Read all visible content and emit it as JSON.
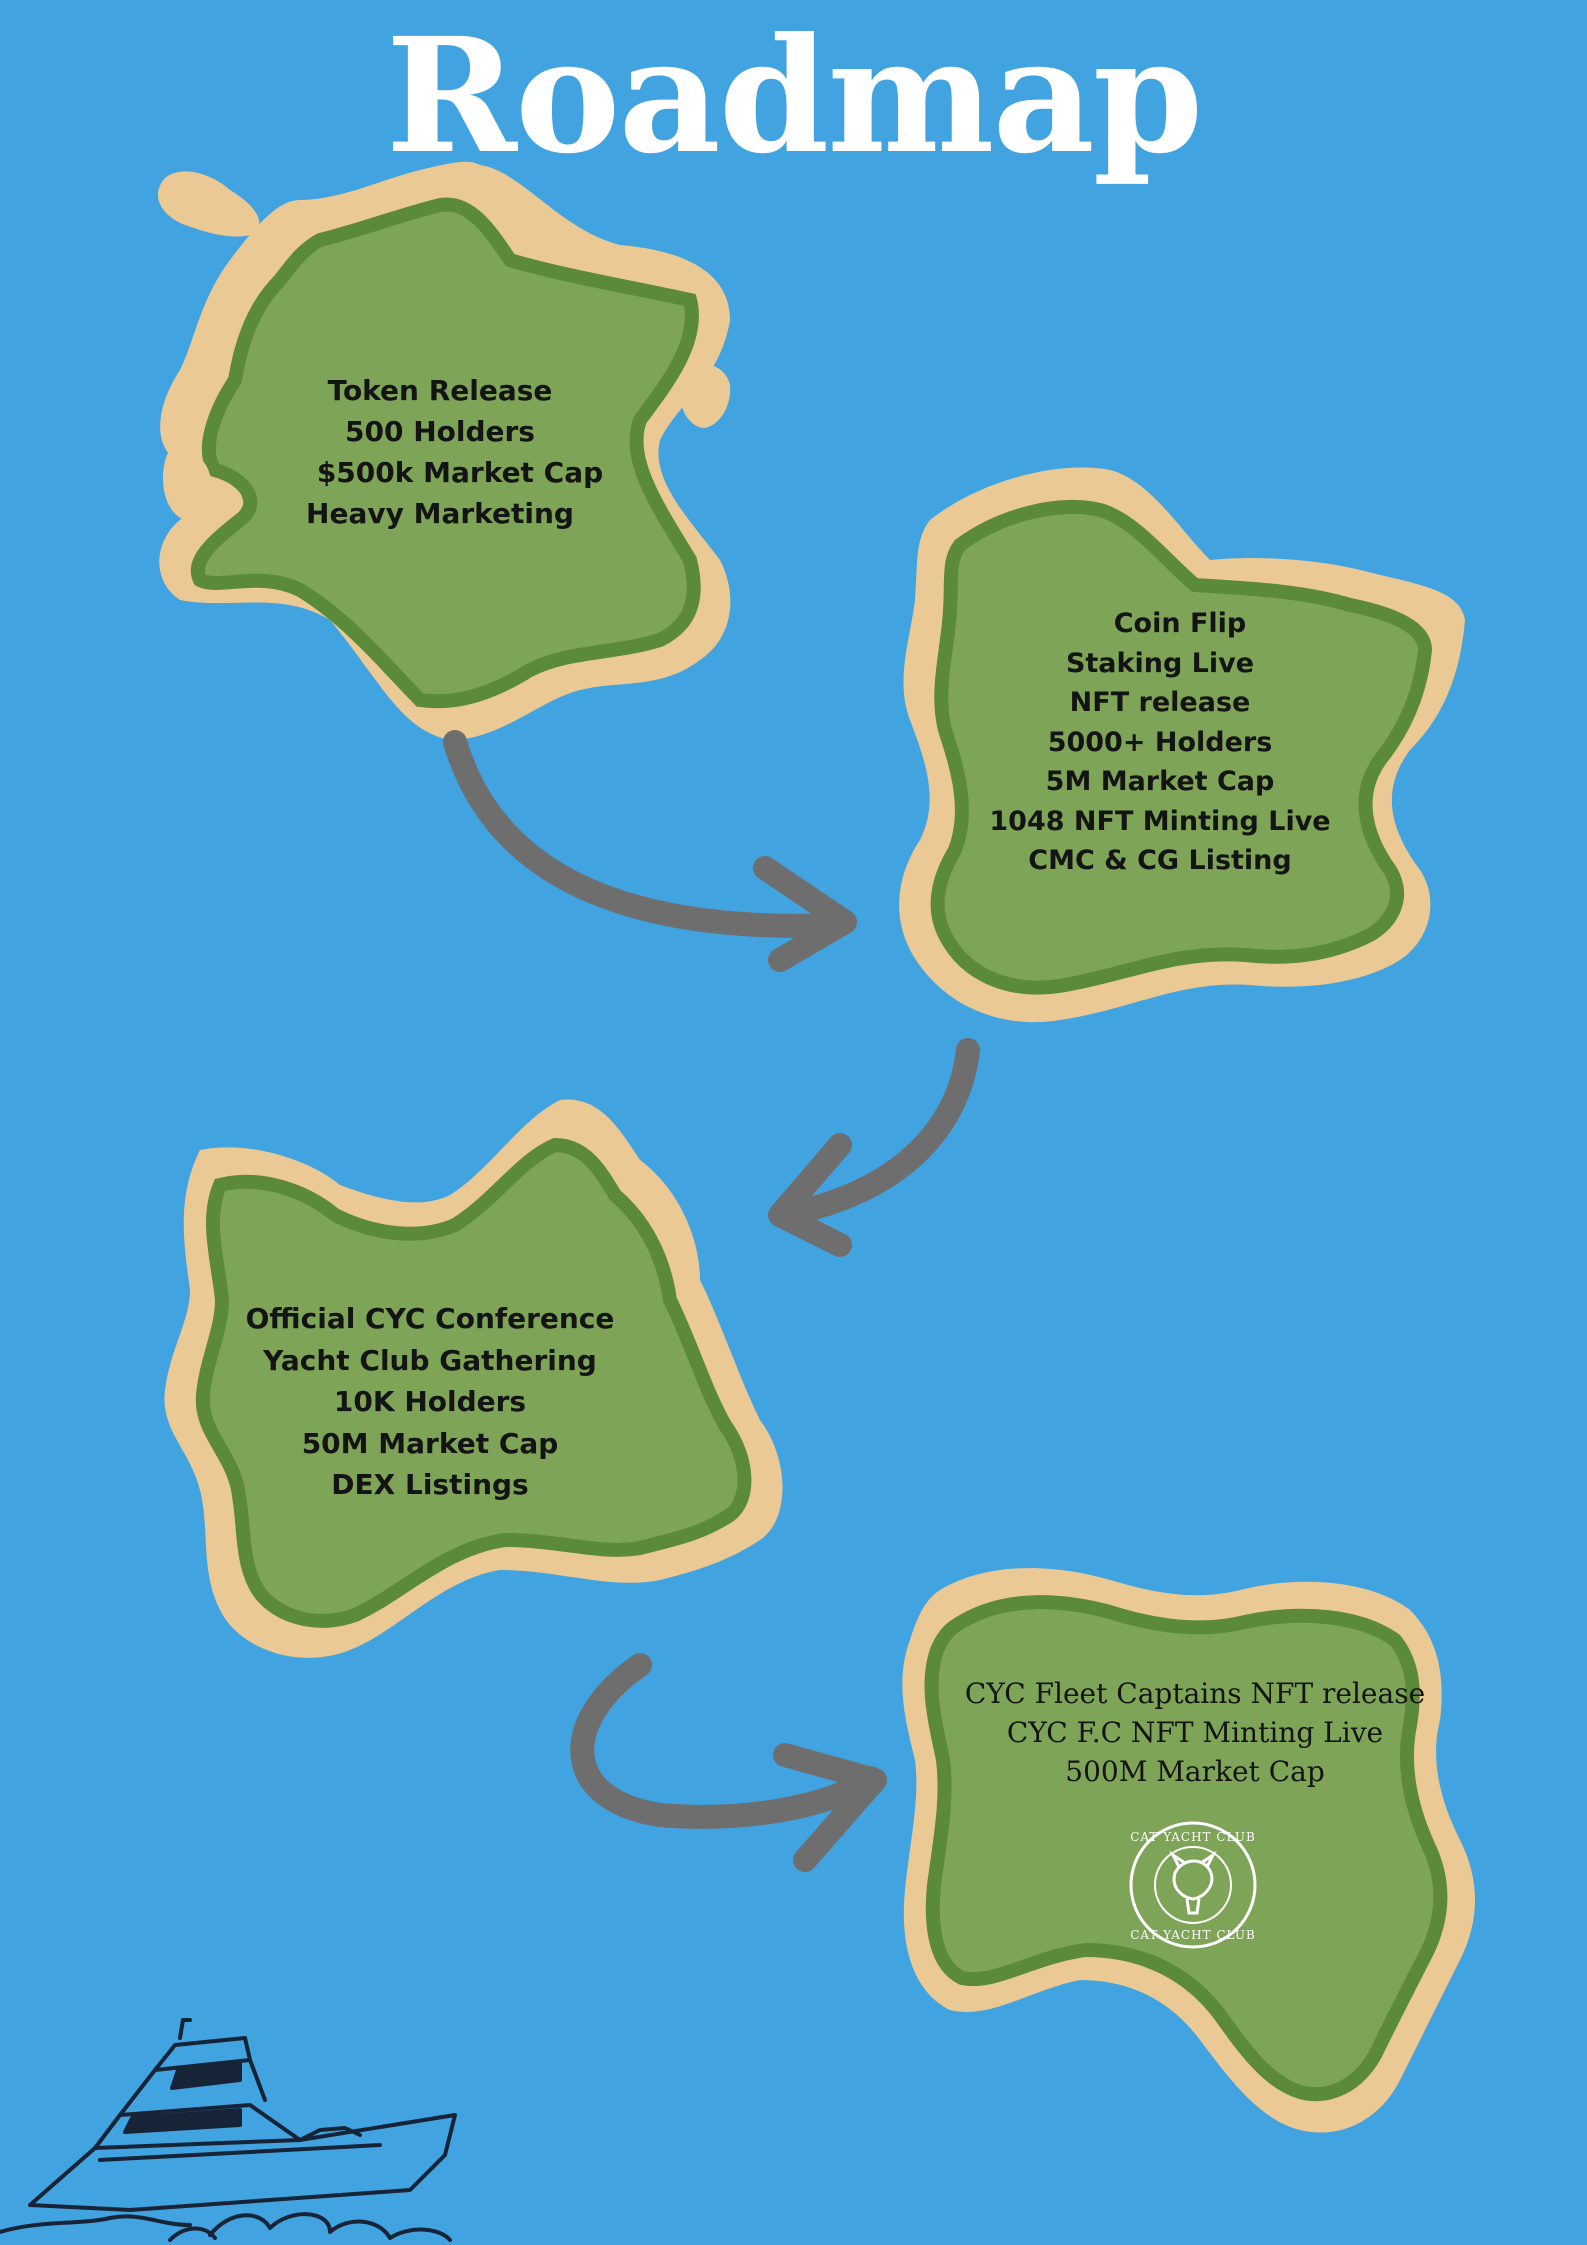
{
  "title": "Roadmap",
  "islands": [
    {
      "lines": [
        "Token Release",
        "500 Holders",
        "$500k Market Cap",
        "Heavy Marketing"
      ]
    },
    {
      "lines": [
        "Coin Flip",
        "Staking Live",
        "NFT release",
        "5000+ Holders",
        "5M Market Cap",
        "1048 NFT Minting Live",
        "CMC & CG Listing"
      ]
    },
    {
      "lines": [
        "Official CYC Conference",
        "Yacht Club Gathering",
        "10K Holders",
        "50M Market Cap",
        "DEX Listings"
      ]
    },
    {
      "lines": [
        "CYC Fleet Captains NFT release",
        "CYC F.C NFT Minting Live",
        "500M Market Cap"
      ]
    }
  ],
  "logo": {
    "text_top": "CAT YACHT CLUB",
    "text_bottom": "CAT YACHT CLUB"
  },
  "colors": {
    "ocean": "#41a4e0",
    "sand": "#ebc994",
    "grass": "#7ea458",
    "grass_border": "#5a8a3a",
    "arrow": "#6e6e6e",
    "yacht": "#172437"
  }
}
